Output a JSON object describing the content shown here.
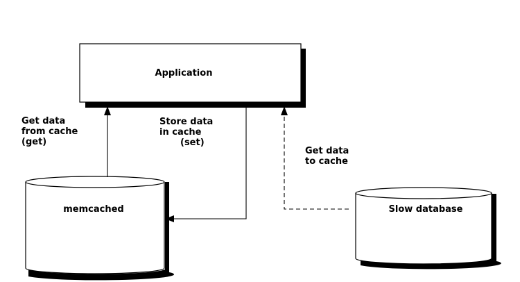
{
  "nodes": {
    "application": "Application",
    "memcached": "memcached",
    "database": "Slow database"
  },
  "edges": {
    "get_from_cache": [
      "Get data",
      "from cache",
      "(get)"
    ],
    "store_in_cache": [
      "Store data",
      "in cache",
      "(set)"
    ],
    "get_to_cache": [
      "Get data",
      "to cache"
    ]
  }
}
